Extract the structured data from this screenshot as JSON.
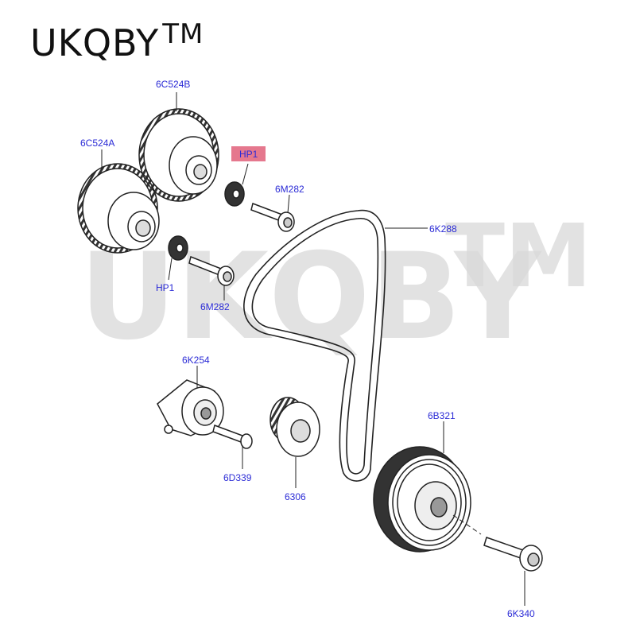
{
  "brand": {
    "name": "UKQBY",
    "tm": "TM"
  },
  "watermark": {
    "text": "UKQBY",
    "tm": "TM"
  },
  "colors": {
    "callout": "#2b2bd6",
    "highlight": "#e0607a",
    "line": "#222222"
  },
  "callouts": {
    "cam_b": "6C524B",
    "cam_a": "6C524A",
    "hp1_highlight": "HP1",
    "bolt_upper": "6M282",
    "belt": "6K288",
    "hp1_lower": "HP1",
    "bolt_lower": "6M282",
    "tensioner": "6K254",
    "tensioner_bolt": "6D339",
    "crank_gear": "6306",
    "damper": "6B321",
    "damper_bolt": "6K340"
  }
}
